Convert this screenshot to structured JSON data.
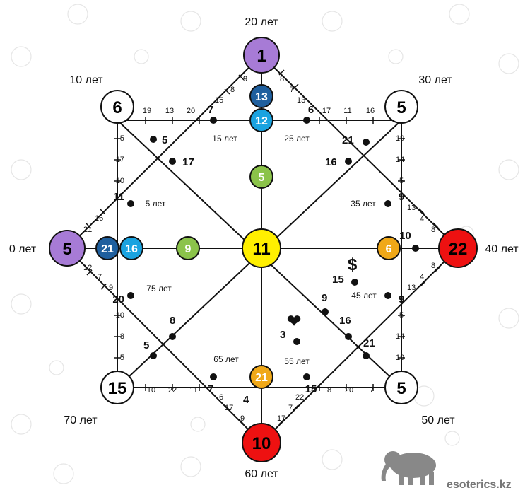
{
  "ages": {
    "y0": "0 лет",
    "y10": "10 лет",
    "y20": "20 лет",
    "y30": "30 лет",
    "y40": "40 лет",
    "y50": "50 лет",
    "y60": "60 лет",
    "y70": "70 лет",
    "y5": "5 лет",
    "y15": "15 лет",
    "y25": "25 лет",
    "y35": "35 лет",
    "y45": "45 лет",
    "y55": "55 лет",
    "y65": "65 лет",
    "y75": "75 лет"
  },
  "circles": {
    "top": "1",
    "left": "5",
    "right": "22",
    "bottom": "10",
    "top_left": "6",
    "top_right": "5",
    "bottom_left": "15",
    "bottom_right": "5",
    "center": "11",
    "top_inner1": "13",
    "top_inner2": "12",
    "top_inner3": "5",
    "left_inner1": "21",
    "left_inner2": "16",
    "left_inner3": "9",
    "right_inner": "6",
    "bottom_inner": "21"
  },
  "labels": {
    "top_left_seg": [
      "9",
      "8",
      "15"
    ],
    "top_right_seg": [
      "8",
      "7",
      "13"
    ],
    "top_side": [
      "19",
      "13",
      "20",
      "7",
      "6",
      "17",
      "11",
      "16"
    ],
    "left_side": [
      "5",
      "17",
      "10",
      "11"
    ],
    "left_lower_side": [
      "20",
      "10",
      "8",
      "5"
    ],
    "right_side": [
      "19",
      "14",
      "5",
      "9"
    ],
    "right_lower_side": [
      "9",
      "5",
      "14",
      "19"
    ],
    "bottom_side": [
      "10",
      "22",
      "11",
      "7",
      "15",
      "8",
      "20",
      "7"
    ],
    "lt_seg": [
      "16",
      "21"
    ],
    "lb_seg": [
      "12",
      "7",
      "9"
    ],
    "rt_seg": [
      "13",
      "4",
      "8"
    ],
    "rb_seg": [
      "8",
      "4",
      "13"
    ],
    "bl_seg": [
      "6",
      "17",
      "9"
    ],
    "br_seg": [
      "22",
      "7",
      "17"
    ],
    "inner": {
      "tl_5": "5",
      "tl_17": "17",
      "tr_21": "21",
      "tr_16": "16",
      "l_11": "11",
      "r_9": "9",
      "r_10": "10",
      "l_20": "20",
      "bl_8": "8",
      "bl_5": "5",
      "b_7": "7",
      "b_4": "4",
      "b_15": "15",
      "br_16": "16",
      "br_21": "21",
      "br_9": "9",
      "money_15": "15",
      "heart_3": "3"
    }
  },
  "symbols": {
    "money": "$",
    "heart": "❤"
  },
  "brand": "esoterics.kz",
  "colors": {
    "purple": "#a77bd6",
    "dark_blue": "#1f5f9e",
    "light_blue": "#1aa3e0",
    "green": "#8bc34a",
    "yellow": "#ffef00",
    "orange": "#f0a818",
    "red": "#ee1111"
  }
}
